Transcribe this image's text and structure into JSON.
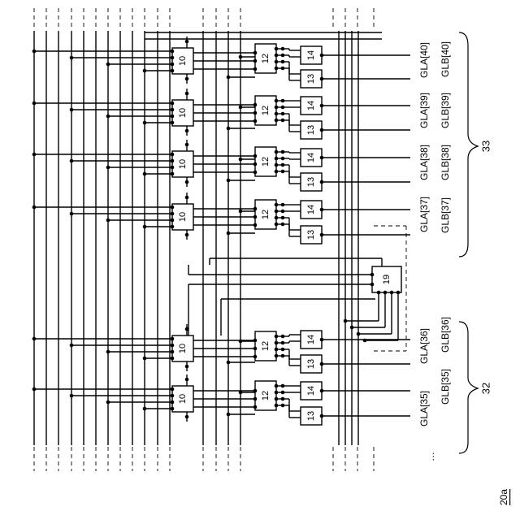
{
  "figure_label": "20a",
  "block_labels": {
    "blk10": "10",
    "blk12": "12",
    "blk13": "13",
    "blk14": "14",
    "blk19": "19"
  },
  "output_lines": {
    "group33": [
      "GLA[40]",
      "GLB[40]",
      "GLA[39]",
      "GLB[39]",
      "GLA[38]",
      "GLB[38]",
      "GLA[37]",
      "GLB[37]"
    ],
    "group32": [
      "GLA[36]",
      "GLB[36]",
      "GLA[35]",
      "GLB[35]"
    ]
  },
  "group_labels": {
    "g33": "33",
    "g32": "32"
  },
  "ellipsis": "…",
  "colors": {
    "line": "#000000",
    "background": "#ffffff"
  }
}
